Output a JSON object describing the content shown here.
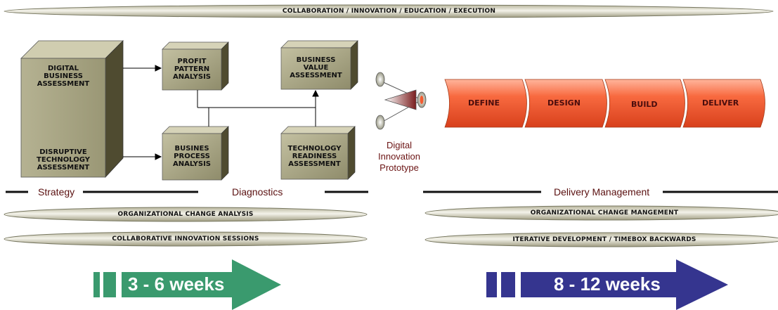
{
  "top_banner": "COLLABORATION / INNOVATION / EDUCATION / EXECUTION",
  "boxes": {
    "digital_business": "DIGITAL\nBUSINESS\nASSESSMENT",
    "disruptive_technology": "DISRUPTIVE\nTECHNOLOGY\nASSESSMENT",
    "profit_pattern": "PROFIT\nPATTERN\nANALYSIS",
    "business_value": "BUSINESS\nVALUE\nASSESSMENT",
    "business_process": "BUSINES\nPROCESS\nANALYSIS",
    "technology_readiness": "TECHNOLOGY\nREADINESS\nASSESSMENT"
  },
  "prototype_label": "Digital\nInnovation\nPrototype",
  "stages": [
    "DEFINE",
    "DESIGN",
    "BUILD",
    "DELIVER"
  ],
  "phases": {
    "strategy": "Strategy",
    "diagnostics": "Diagnostics",
    "delivery": "Delivery Management"
  },
  "bands": {
    "left_1": "ORGANIZATIONAL CHANGE ANALYSIS",
    "left_2": "COLLABORATIVE INNOVATION SESSIONS",
    "right_1": "ORGANIZATIONAL CHANGE MANGEMENT",
    "right_2": "ITERATIVE DEVELOPMENT / TIMEBOX BACKWARDS"
  },
  "durations": {
    "left": "3 - 6 weeks",
    "right": "8 - 12 weeks"
  },
  "colors": {
    "box_face": "#a7a482",
    "box_dark": "#5f5b3c",
    "stage_fill": "#f4663c",
    "green_arrow": "#3a9a6e",
    "blue_arrow": "#35358f",
    "label_dark_red": "#5a1010"
  }
}
